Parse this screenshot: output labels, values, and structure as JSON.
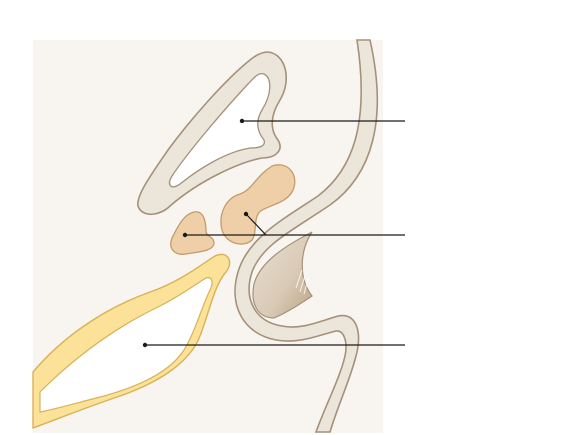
{
  "diagram": {
    "labels": [],
    "colors": {
      "background_panel": "#f8f5f0",
      "bone_fill": "#ece5da",
      "bone_outline": "#a4917a",
      "yellow_fill": "#fbe298",
      "yellow_outline": "#d8b25a",
      "nodule_fill": "#efcfa8",
      "nodule_outline": "#c49a6e",
      "leader_line": "#1a1a1a"
    },
    "leader_lines": [
      {
        "name": "leader-line-upper"
      },
      {
        "name": "leader-line-middle"
      },
      {
        "name": "leader-line-lower"
      }
    ]
  }
}
